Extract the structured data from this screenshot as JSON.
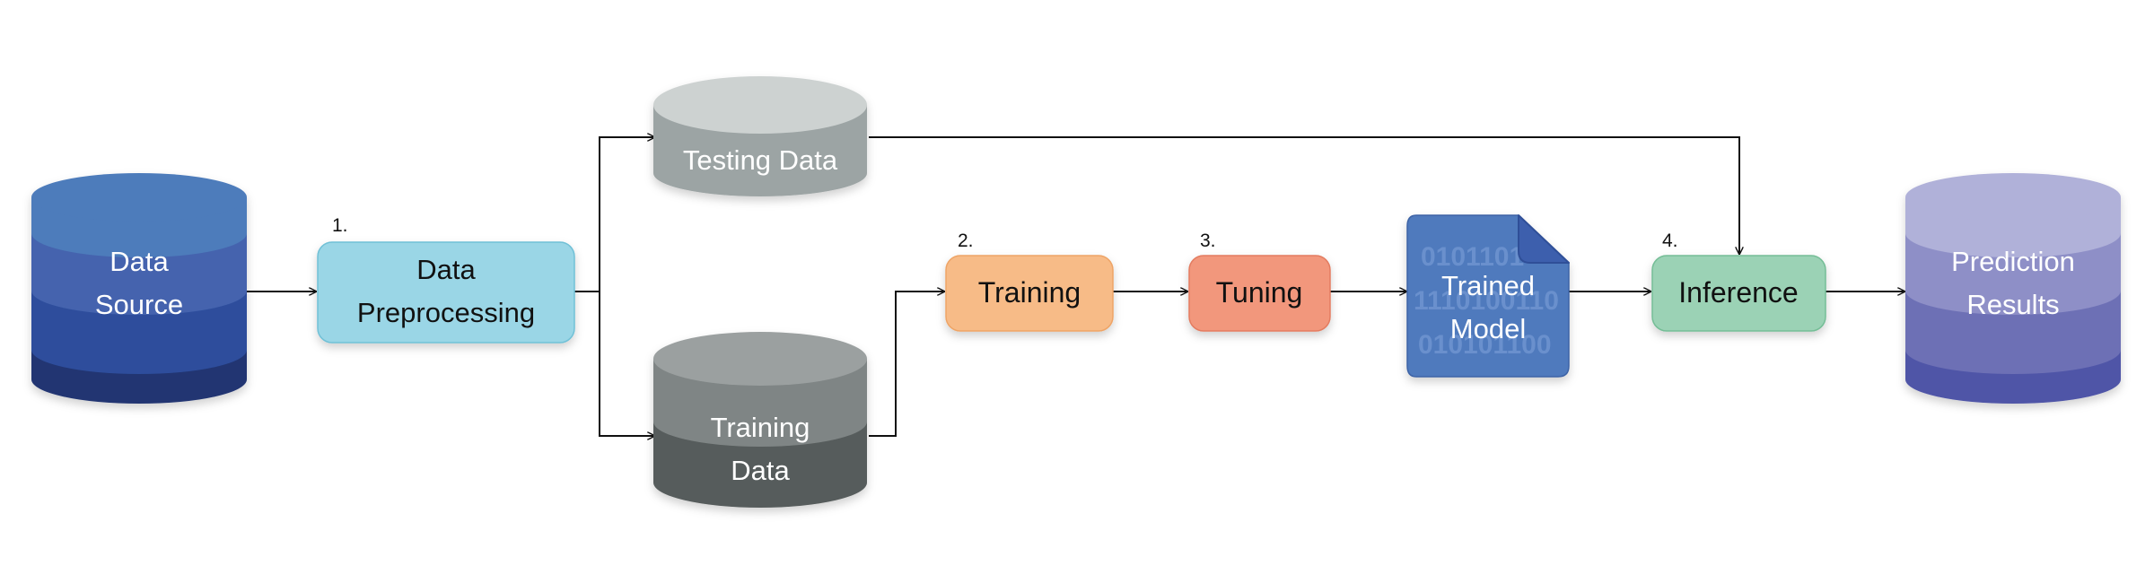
{
  "nodes": {
    "data_source": {
      "line1": "Data",
      "line2": "Source"
    },
    "preprocessing": {
      "step": "1.",
      "line1": "Data",
      "line2": "Preprocessing"
    },
    "testing_data": {
      "label": "Testing Data"
    },
    "training_data": {
      "line1": "Training",
      "line2": "Data"
    },
    "training": {
      "step": "2.",
      "label": "Training"
    },
    "tuning": {
      "step": "3.",
      "label": "Tuning"
    },
    "trained_model": {
      "line1": "Trained",
      "line2": "Model",
      "bits_1": "0101101",
      "bits_2": "1110100110",
      "bits_3": "010101100"
    },
    "inference": {
      "step": "4.",
      "label": "Inference"
    },
    "prediction_results": {
      "line1": "Prediction",
      "line2": "Results"
    }
  },
  "colors": {
    "data_source": [
      "#4e7bbb",
      "#4464ae",
      "#2d4e9c",
      "#223672"
    ],
    "preprocessing": "#9ad6e6",
    "testing_data": [
      "#cdd2d1",
      "#9ca4a4"
    ],
    "training_data": [
      "#9ba0a0",
      "#7f8585",
      "#565c5b"
    ],
    "training": "#f7bb87",
    "tuning": "#f2977c",
    "trained_model": "#4f7abd",
    "inference": "#9bd2b5",
    "prediction_results": [
      "#b0b1d9",
      "#8e8fc7",
      "#6d70b5",
      "#4f55a7"
    ],
    "connector": "#111111"
  }
}
